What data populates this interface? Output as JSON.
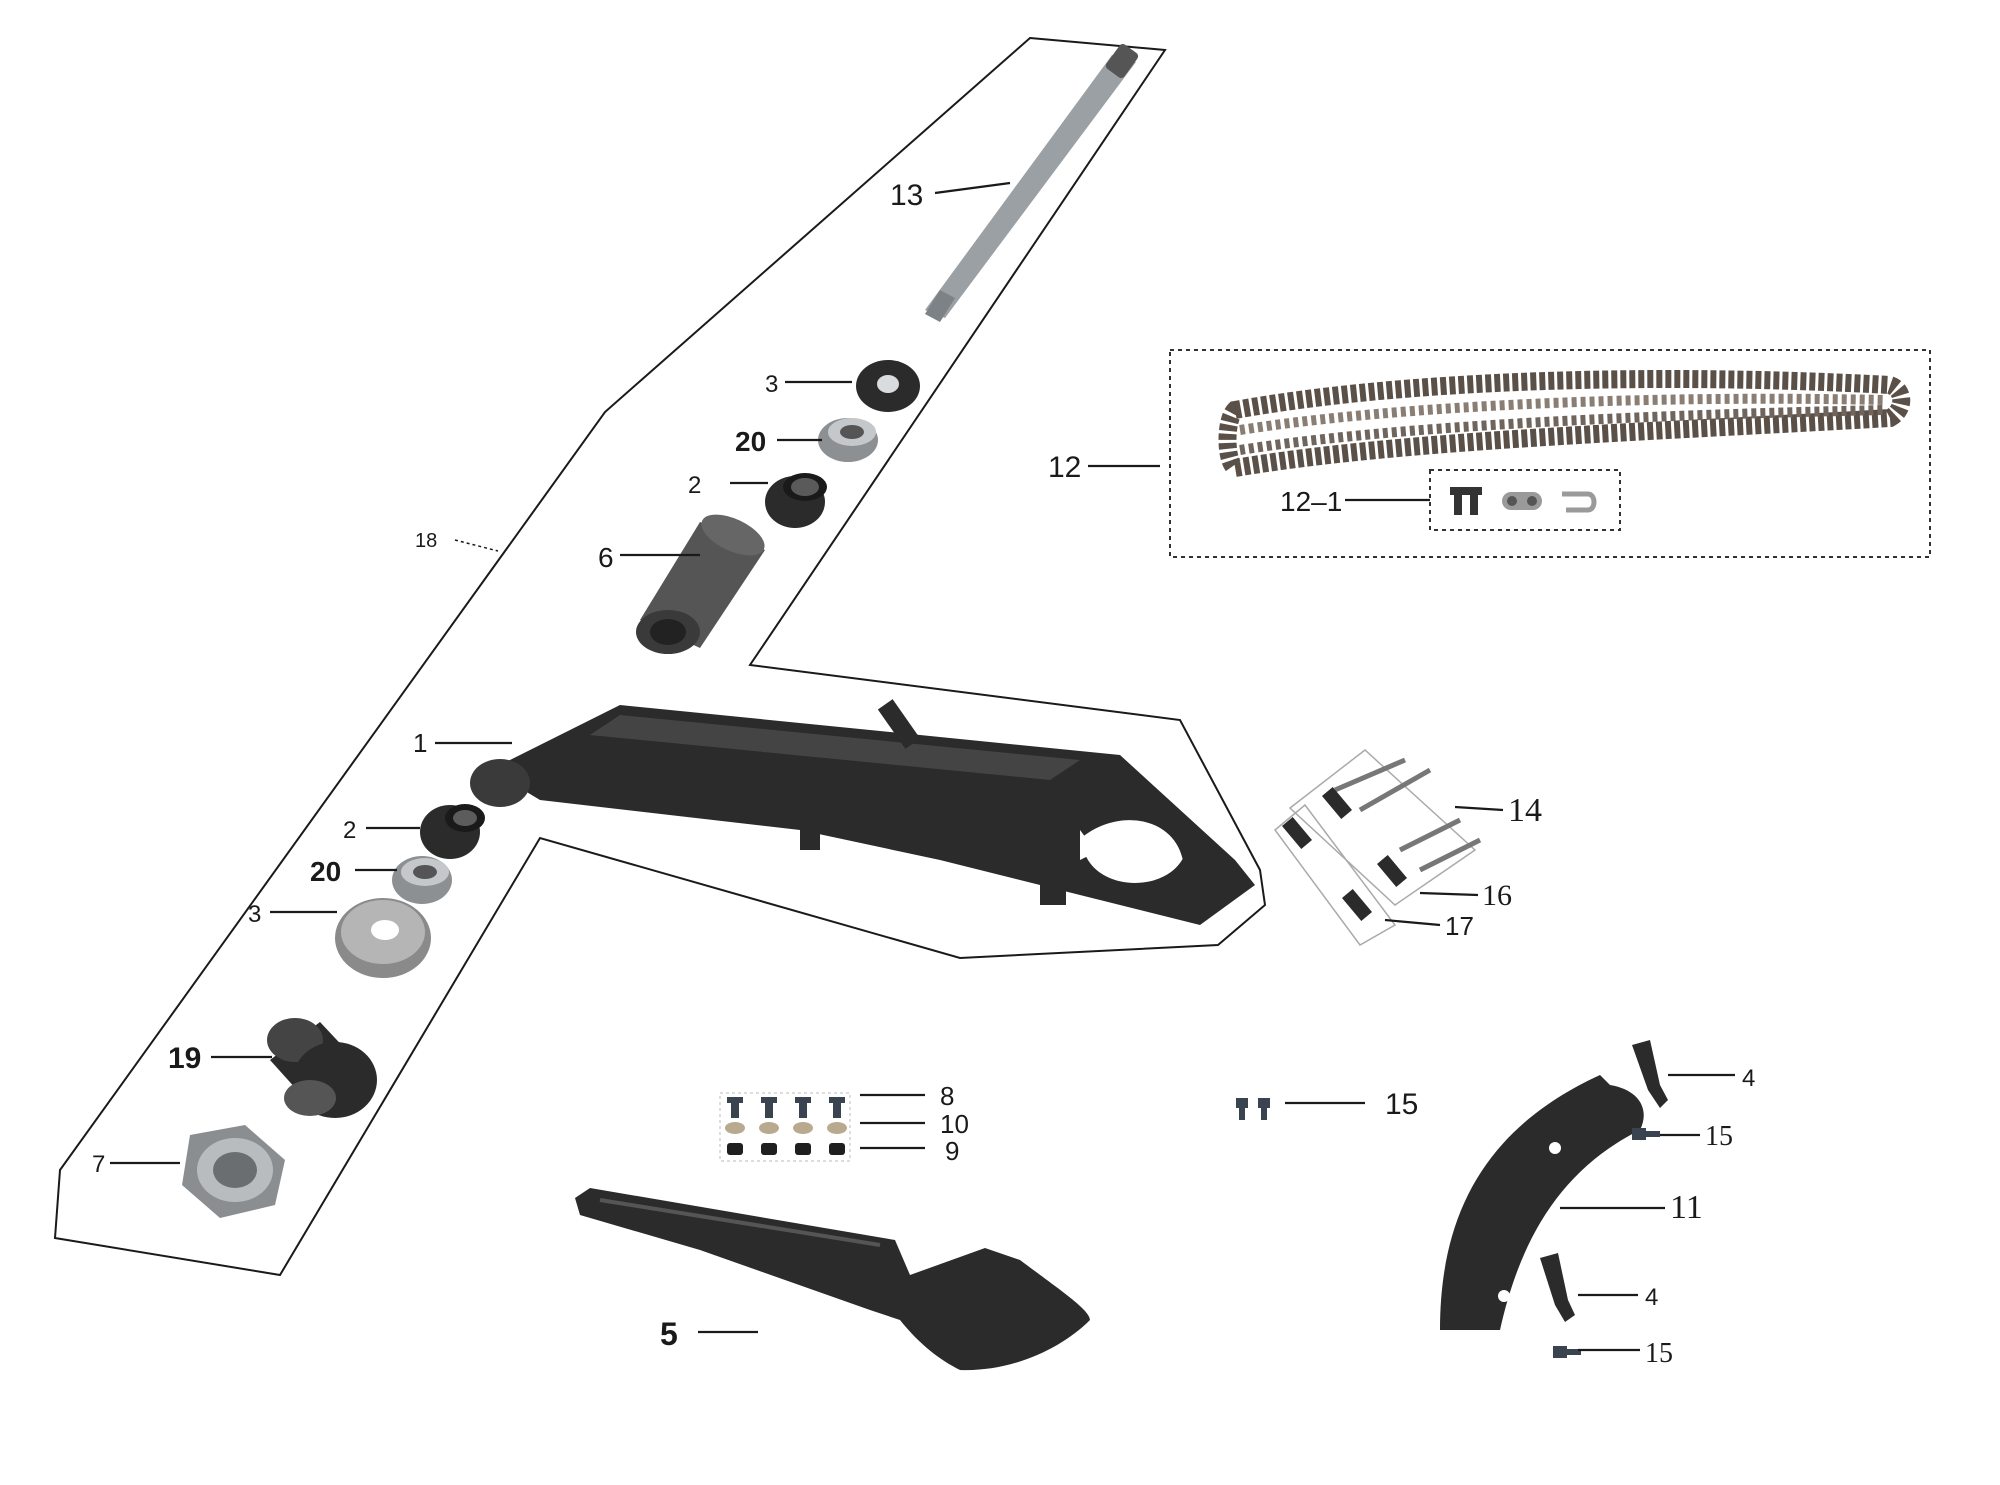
{
  "callouts": {
    "c13": "13",
    "c3_top": "3",
    "c20_top": "20",
    "c2_top": "2",
    "c18": "18",
    "c6": "6",
    "c1": "1",
    "c2_bottom": "2",
    "c20_bottom": "20",
    "c3_bottom": "3",
    "c19": "19",
    "c7": "7",
    "c12": "12",
    "c12_1": "12–1",
    "c14": "14",
    "c16": "16",
    "c17": "17",
    "c8": "8",
    "c10": "10",
    "c9": "9",
    "c15_left": "15",
    "c4_top": "4",
    "c15_top": "15",
    "c11": "11",
    "c4_bottom": "4",
    "c15_bottom": "15",
    "c5": "5"
  },
  "icons": {
    "swingarm": "swingarm-icon",
    "axle": "axle-bolt-icon",
    "chain": "drive-chain-icon",
    "chain_guard": "chain-guard-icon",
    "mudguard": "rear-mudguard-icon"
  },
  "colors": {
    "ink": "#1a1a1a",
    "part_dark": "#2b2b2b",
    "steel": "#9aa0a3"
  }
}
